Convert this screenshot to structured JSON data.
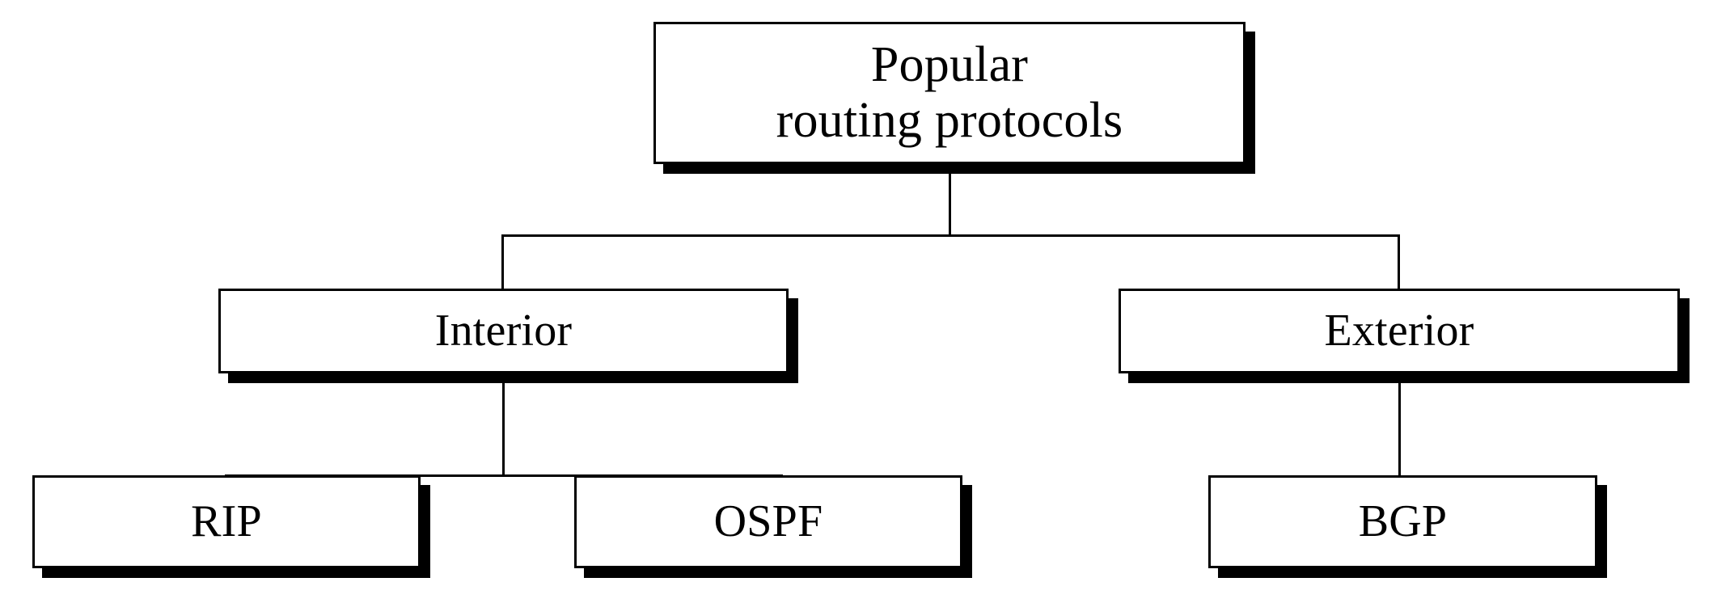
{
  "diagram": {
    "type": "hierarchy-tree",
    "orientation": "top-down",
    "background_color": "#ffffff",
    "line_color": "#000000",
    "box_fill_color": "#ffffff",
    "box_border_color": "#000000",
    "shadow_color": "#000000",
    "title": "Popular routing protocols",
    "levels": 3,
    "nodes": [
      {
        "id": "root",
        "label": "Popular\nrouting protocols",
        "line1": "Popular",
        "line2": "routing protocols",
        "level": 0,
        "parent": null
      },
      {
        "id": "interior",
        "label": "Interior",
        "level": 1,
        "parent": "root"
      },
      {
        "id": "exterior",
        "label": "Exterior",
        "level": 1,
        "parent": "root"
      },
      {
        "id": "rip",
        "label": "RIP",
        "level": 2,
        "parent": "interior"
      },
      {
        "id": "ospf",
        "label": "OSPF",
        "level": 2,
        "parent": "interior"
      },
      {
        "id": "bgp",
        "label": "BGP",
        "level": 2,
        "parent": "exterior"
      }
    ],
    "edges": [
      {
        "from": "root",
        "to": "interior"
      },
      {
        "from": "root",
        "to": "exterior"
      },
      {
        "from": "interior",
        "to": "rip"
      },
      {
        "from": "interior",
        "to": "ospf"
      },
      {
        "from": "exterior",
        "to": "bgp"
      }
    ]
  }
}
